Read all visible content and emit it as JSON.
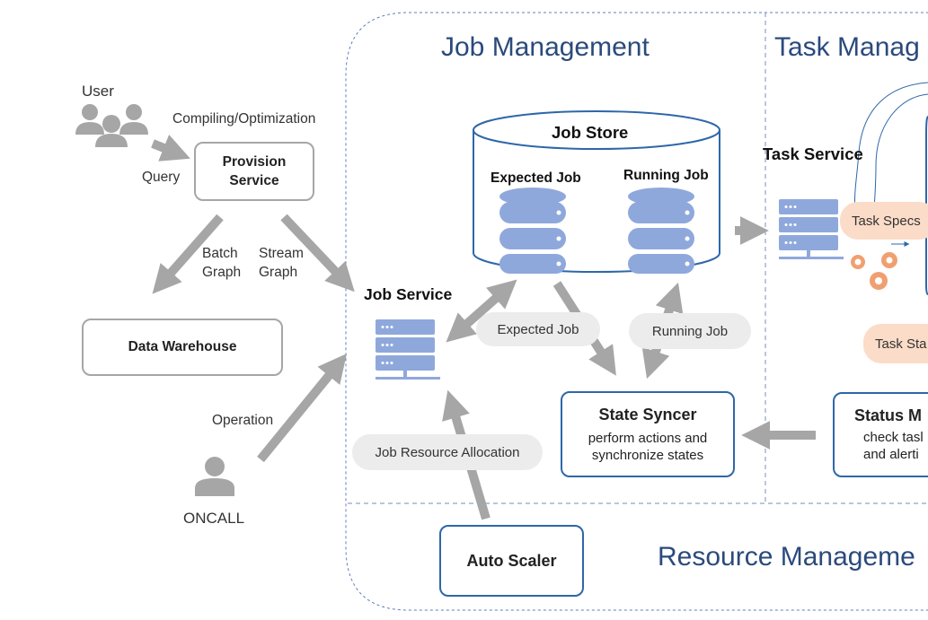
{
  "sections": {
    "job_management": "Job Management",
    "task_management": "Task Manag",
    "resource_management": "Resource Manageme"
  },
  "left": {
    "user_label": "User",
    "compiling_label": "Compiling/Optimization",
    "query_label": "Query",
    "provision_service": [
      "Provision",
      "Service"
    ],
    "batch_graph": [
      "Batch",
      "Graph"
    ],
    "stream_graph": [
      "Stream",
      "Graph"
    ],
    "data_warehouse": "Data Warehouse",
    "operation_label": "Operation",
    "oncall_label": "ONCALL"
  },
  "job": {
    "job_service": "Job Service",
    "job_store": "Job Store",
    "expected_job_db": "Expected Job",
    "running_job_db": "Running Job",
    "expected_job_pill": "Expected Job",
    "running_job_pill": "Running Job",
    "job_resource_allocation": "Job Resource Allocation",
    "state_syncer": {
      "title": "State Syncer",
      "line1": "perform actions and",
      "line2": "synchronize states"
    },
    "auto_scaler": "Auto Scaler"
  },
  "task": {
    "task_service": "Task Service",
    "task_specs": "Task Specs",
    "task_status_pill": "Task Sta",
    "status_monitor": {
      "title": "Status M",
      "line1": "check tasl",
      "line2": "and alerti"
    }
  },
  "colors": {
    "accent_blue": "#2e67a8",
    "db_blue": "#8fa8dc",
    "arrow_gray": "#a6a6a6",
    "pill_gray": "#ececec",
    "pill_orange": "#fbdcc8",
    "gear_orange": "#f0a070"
  }
}
